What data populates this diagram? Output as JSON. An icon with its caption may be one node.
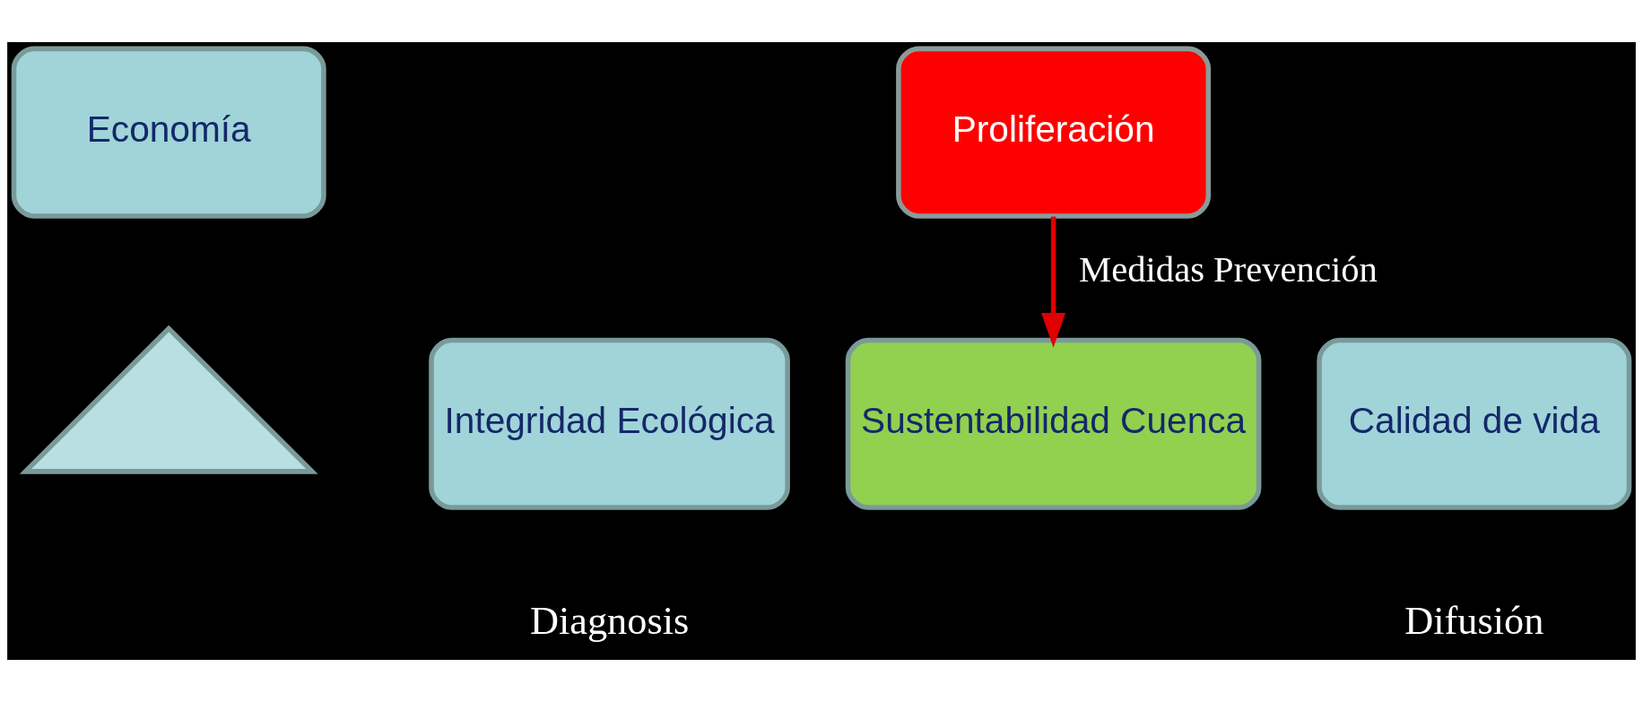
{
  "diagram": {
    "nodes": [
      {
        "text": [
          "Economía"
        ]
      },
      {
        "text": [
          "Integridad Ecológica"
        ]
      },
      {
        "text": [],
        "shape": "triangle"
      },
      {
        "text": [
          "Calidad de vida"
        ]
      },
      {
        "text": [
          "Proliferación"
        ]
      },
      {
        "text": [
          "Sustentabilidad Cuenca"
        ]
      }
    ],
    "edges": [
      {
        "from": 4,
        "to": 5,
        "arrow": "to",
        "label": "Medidas Prevención"
      }
    ],
    "labels": [
      "Diagnosis",
      "Difusión"
    ]
  }
}
